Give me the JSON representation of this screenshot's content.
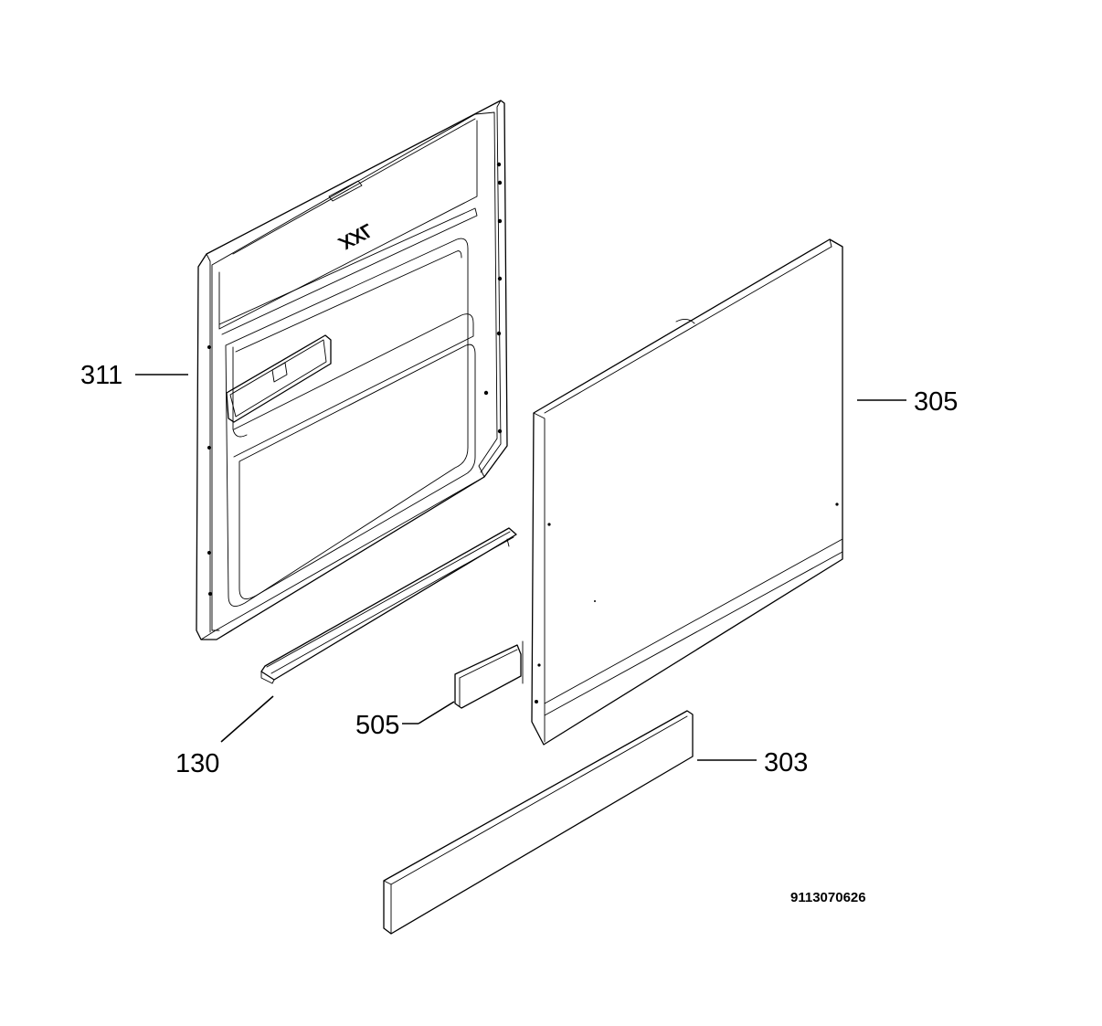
{
  "diagram": {
    "doc_number": "9113070626",
    "door_mark": "XXL",
    "parts": [
      {
        "id": "inner-door",
        "callout": "311"
      },
      {
        "id": "outer-door-panel",
        "callout": "305"
      },
      {
        "id": "bottom-seal",
        "callout": "130"
      },
      {
        "id": "small-bracket",
        "callout": "505"
      },
      {
        "id": "kick-plate",
        "callout": "303"
      }
    ]
  }
}
